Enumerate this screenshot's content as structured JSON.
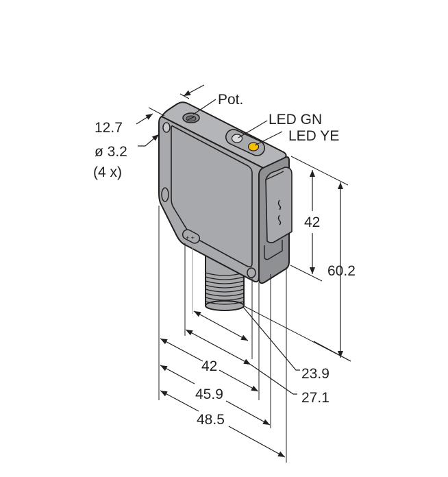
{
  "diagram": {
    "type": "dimensional-drawing",
    "subject": "sensor housing with M12 connector",
    "colors": {
      "housing": "#a7a9ac",
      "housing_dark": "#8e9094",
      "outline": "#231f20",
      "led_green": "#d9dadb",
      "led_yellow": "#f5c000",
      "dimension_line": "#231f20"
    },
    "callouts": {
      "pot": "Pot.",
      "led_gn": "LED GN",
      "led_ye": "LED YE",
      "hole_depth": "12.7",
      "hole_diameter": "ø 3.2",
      "hole_count": "(4 x)"
    },
    "dimensions": {
      "height_inner": "42",
      "height_total": "60.2",
      "width_1": "42",
      "width_2": "45.9",
      "width_3": "48.5",
      "depth_1": "23.9",
      "depth_2": "27.1"
    }
  }
}
